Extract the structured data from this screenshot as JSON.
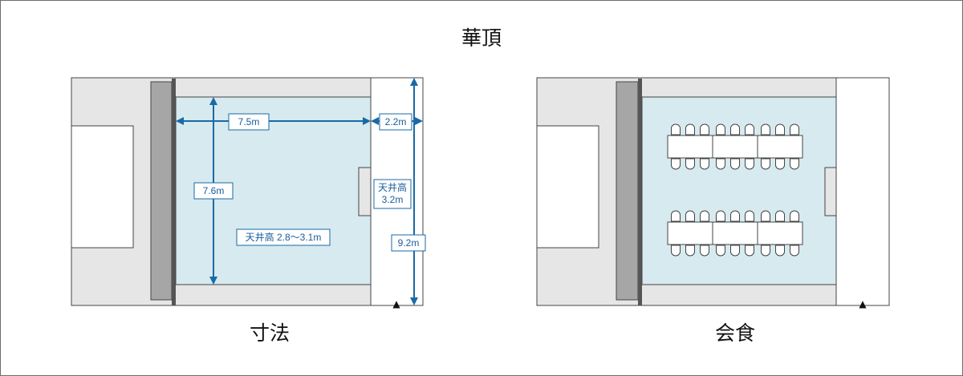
{
  "title": "華頂",
  "dimensions_plan": {
    "caption": "寸法",
    "width_label": "7.5m",
    "side_width_label": "2.2m",
    "depth_label": "7.6m",
    "total_depth_label": "9.2m",
    "ceiling_label": "天井高 2.8〜3.1m",
    "side_ceiling_label_line1": "天井高",
    "side_ceiling_label_line2": "3.2m",
    "entrance_marker": "▲"
  },
  "dining_plan": {
    "caption": "会食",
    "entrance_marker": "▲",
    "table_rows": 2,
    "tables_per_row": 3,
    "chairs_per_table_side": 3
  },
  "colors": {
    "room_fill": "#d6eaef",
    "wall_fill": "#e6e6e6",
    "partition_fill": "#a6a6a6",
    "dimension_blue": "#1a6aa6"
  }
}
